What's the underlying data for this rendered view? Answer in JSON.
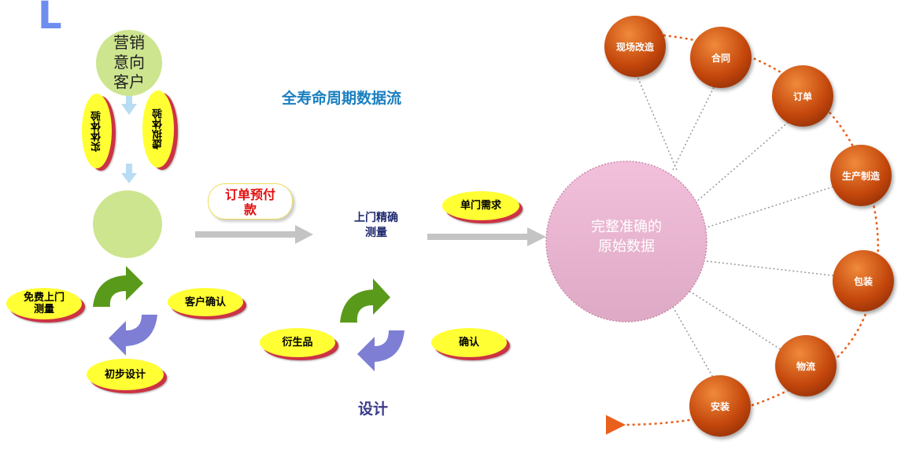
{
  "corner_mark": "L",
  "title": "全寿命周期数据流",
  "left": {
    "intent_customer": [
      "营销",
      "意向",
      "客户"
    ],
    "physical_experience": "实体体验",
    "virtual_experience": "虚拟体验",
    "free_measure": [
      "免费上门",
      "测量"
    ],
    "customer_confirm": "客户确认",
    "preliminary_design": "初步设计"
  },
  "middle": {
    "order_deposit": [
      "订单预付",
      "款"
    ],
    "precise_measure": [
      "上门精确",
      "测量"
    ],
    "single_demand": "单门需求",
    "derivatives": "衍生品",
    "confirm": "确认",
    "design": "设计"
  },
  "right": {
    "center": [
      "完整准确的",
      "原始数据"
    ],
    "nodes": [
      "现场改造",
      "合同",
      "订单",
      "生产制造",
      "包装",
      "物流",
      "安装"
    ]
  },
  "colors": {
    "title": "#1a7fc0",
    "tag_fill": "#ffff33",
    "tag_shadow": "#cc3344",
    "orb": "#c4470c",
    "center_circle": "#e8b4d0",
    "green": "#cde58f"
  }
}
